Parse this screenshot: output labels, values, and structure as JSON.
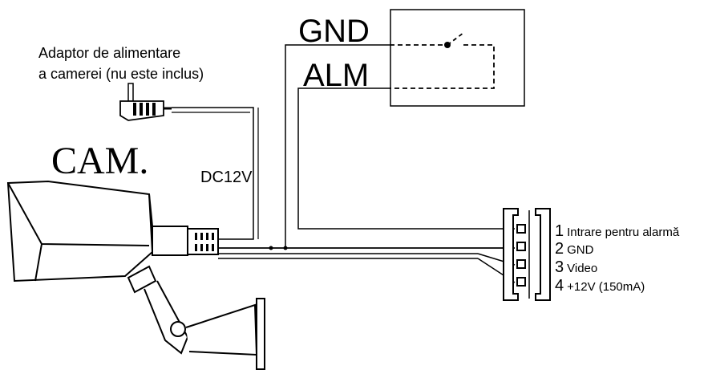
{
  "adapter": {
    "line1": "Adaptor  de  alimentare",
    "line2": "a camerei (nu este inclus)",
    "voltage": "DC12V"
  },
  "camera": {
    "label": "CAM."
  },
  "alarm_box": {
    "gnd": "GND",
    "alm": "ALM"
  },
  "connector": {
    "pins": [
      {
        "num": "1",
        "label": "Intrare pentru alarmă"
      },
      {
        "num": "2",
        "label": "GND"
      },
      {
        "num": "3",
        "label": "Video"
      },
      {
        "num": "4",
        "label": "+12V (150mA)"
      }
    ]
  },
  "colors": {
    "line": "#000000",
    "background": "#ffffff"
  }
}
